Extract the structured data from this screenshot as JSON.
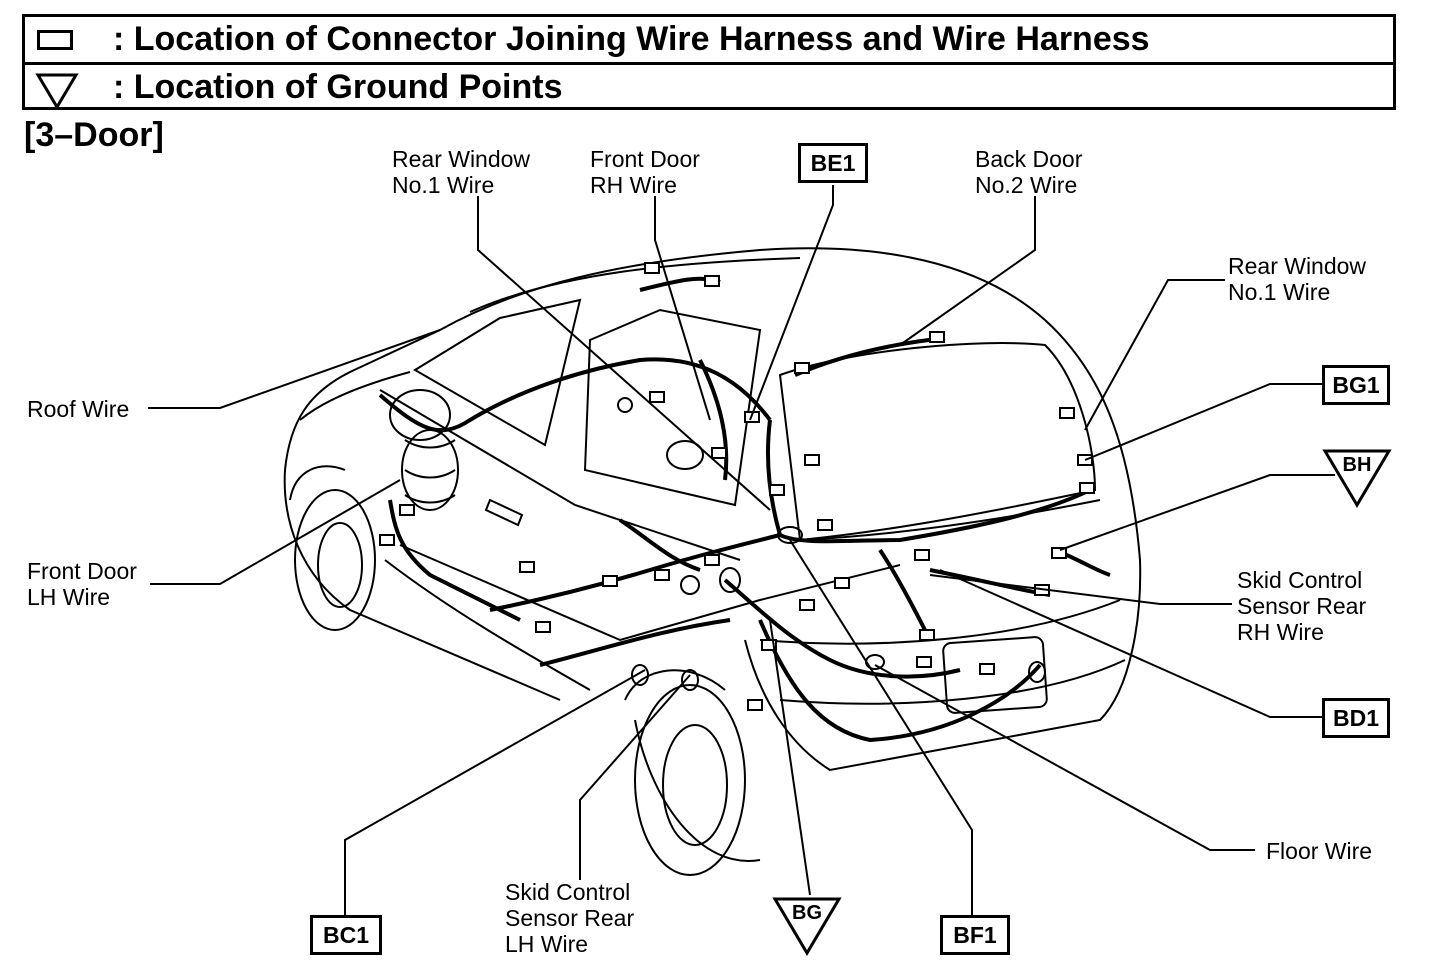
{
  "legend": {
    "connector_text": ": Location of Connector Joining Wire Harness and Wire Harness",
    "ground_text": ": Location of Ground Points"
  },
  "section_title": "[3–Door]",
  "labels": {
    "rear_window_top_1": "Rear Window",
    "rear_window_top_2": "No.1 Wire",
    "front_door_rh_1": "Front Door",
    "front_door_rh_2": "RH Wire",
    "back_door_1": "Back Door",
    "back_door_2": "No.2 Wire",
    "rear_window_right_1": "Rear Window",
    "rear_window_right_2": "No.1 Wire",
    "roof_wire": "Roof Wire",
    "front_door_lh_1": "Front Door",
    "front_door_lh_2": "LH Wire",
    "skid_rh_1": "Skid Control",
    "skid_rh_2": "Sensor Rear",
    "skid_rh_3": "RH Wire",
    "floor_wire": "Floor Wire",
    "skid_lh_1": "Skid Control",
    "skid_lh_2": "Sensor Rear",
    "skid_lh_3": "LH Wire"
  },
  "connectors": {
    "be1": "BE1",
    "bg1": "BG1",
    "bd1": "BD1",
    "bc1": "BC1",
    "bf1": "BF1"
  },
  "grounds": {
    "bh": "BH",
    "bg": "BG"
  }
}
